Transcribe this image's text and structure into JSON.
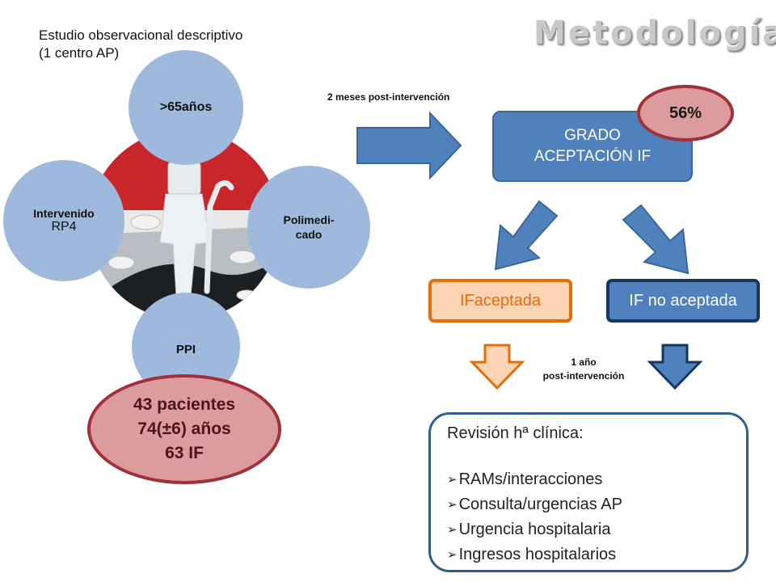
{
  "title": "Metodología",
  "study": {
    "line1": "Estudio observacional descriptivo",
    "line2": "(1 centro AP)"
  },
  "circles": {
    "top": ">65años",
    "right_line1": "Polimedi-",
    "right_line2": "cado",
    "left_line1": "Intervenido",
    "left_line2": "RP4",
    "bottom": "PPI"
  },
  "patients": {
    "line1": "43 pacientes",
    "line2": "74(±6) años",
    "line3": "63 IF"
  },
  "flow": {
    "post_2m": "2 meses post-intervención",
    "grado_line1": "GRADO",
    "grado_line2": "ACEPTACIÓN IF",
    "percent": "56%",
    "if_accepted": "IFaceptada",
    "if_not_accepted": "IF no aceptada",
    "post_1y_line1": "1 año",
    "post_1y_line2": "post-intervención"
  },
  "review": {
    "heading": "Revisión hª clínica:",
    "items": [
      "RAMs/interacciones",
      "Consulta/urgencias AP",
      "Urgencia hospitalaria",
      "Ingresos hospitalarios"
    ],
    "bullet_icon": "arrowhead-bullet-icon"
  },
  "colors": {
    "blue_circle": "#9eb9db",
    "blue_box": "#4f81bd",
    "red_accent": "#a0303a",
    "pink_fill": "#dc9b9d",
    "orange": "#e46c0a",
    "orange_fill": "#fbd4b4",
    "dark_blue": "#17375e"
  }
}
